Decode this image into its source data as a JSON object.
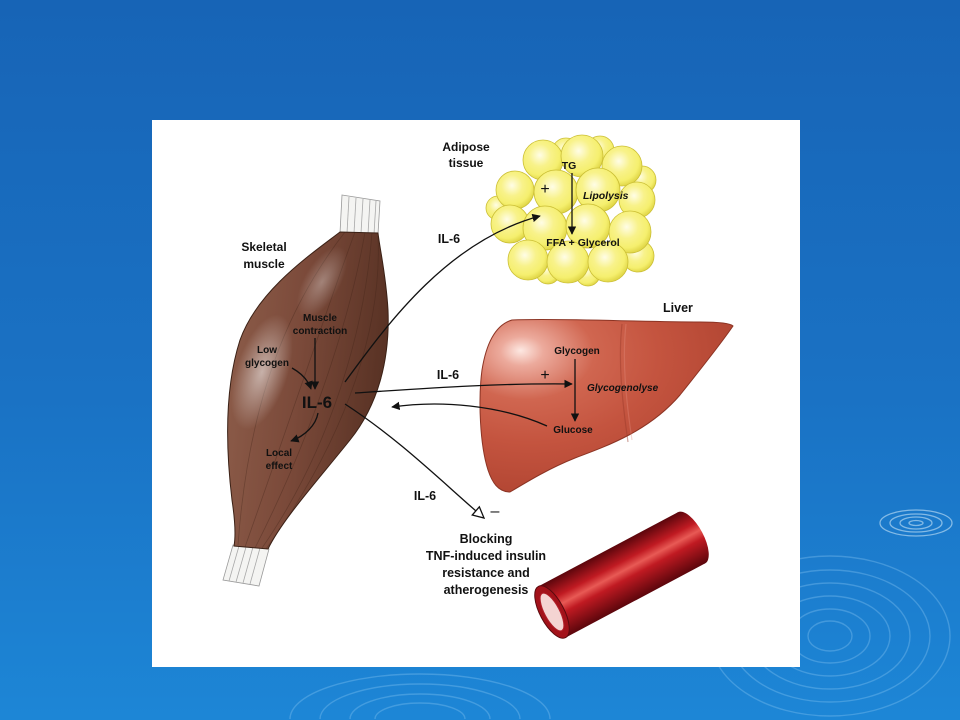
{
  "colors": {
    "background": "#1a72c4",
    "panel": "#ffffff",
    "muscle": "#7b4a3a",
    "adipose": "#f5ef6e",
    "liver": "#c4543f",
    "vessel": "#c01a22"
  },
  "diagram": {
    "muscle": {
      "title_line1": "Skeletal",
      "title_line2": "muscle",
      "contraction_line1": "Muscle",
      "contraction_line2": "contraction",
      "glycogen_line1": "Low",
      "glycogen_line2": "glycogen",
      "cytokine": "IL-6",
      "local_effect_line1": "Local",
      "local_effect_line2": "effect"
    },
    "adipose": {
      "title_line1": "Adipose",
      "title_line2": "tissue",
      "substrate": "TG",
      "stimulus": "+",
      "process": "Lipolysis",
      "products": "FFA + Glycerol"
    },
    "liver": {
      "title": "Liver",
      "substrate": "Glycogen",
      "stimulus": "+",
      "process": "Glycogenolyse",
      "product": "Glucose"
    },
    "signals": {
      "to_adipose": "IL-6",
      "to_liver": "IL-6",
      "to_vessel": "IL-6",
      "vessel_effect_sign": "–"
    },
    "vessel_effect": {
      "line1": "Blocking",
      "line2": "TNF-induced insulin",
      "line3": "resistance and",
      "line4": "atherogenesis"
    }
  }
}
